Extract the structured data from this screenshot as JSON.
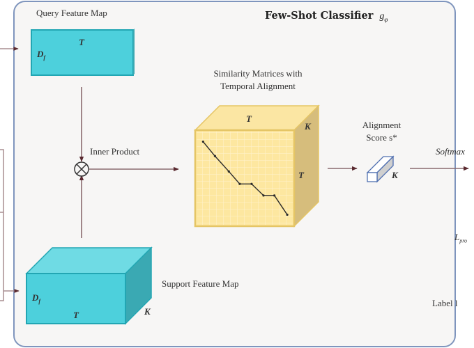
{
  "panel": {
    "title": "Few-Shot Classifier",
    "title_symbol": "g",
    "title_symbol_sub": "φ"
  },
  "query": {
    "label": "Query Feature Map",
    "dim_depth": "D",
    "dim_depth_sub": "f",
    "dim_time": "T"
  },
  "support": {
    "label": "Support Feature Map",
    "dim_depth": "D",
    "dim_depth_sub": "f",
    "dim_time": "T",
    "dim_classes": "K"
  },
  "operation": {
    "label": "Inner Product",
    "symbol": "⊗"
  },
  "similarity": {
    "label_line1": "Similarity Matrices with",
    "label_line2": "Temporal Alignment",
    "dim_top": "T",
    "dim_side": "T",
    "dim_depth": "K",
    "alignment_path": [
      [
        0.08,
        0.12
      ],
      [
        0.2,
        0.27
      ],
      [
        0.34,
        0.43
      ],
      [
        0.45,
        0.56
      ],
      [
        0.57,
        0.56
      ],
      [
        0.69,
        0.68
      ],
      [
        0.8,
        0.68
      ],
      [
        0.93,
        0.88
      ]
    ]
  },
  "score": {
    "label_line1": "Alignment",
    "label_line2": "Score s*",
    "dim": "K"
  },
  "outputs": {
    "softmax_label": "Softmax",
    "loss_label": "L",
    "loss_sub": "pro",
    "target_label": "Label l"
  },
  "colors": {
    "panel_border": "#7f95bd",
    "panel_fill": "#f7f6f5",
    "arrow": "#8a6a6e",
    "arrow_head": "#5a2a30",
    "feature_front": "#4dd0dc",
    "feature_top": "#6fdbe4",
    "feature_side": "#3aa9b3",
    "feature_edge": "#22a6b3",
    "sim_front": "#fde7a0",
    "sim_top": "#fbe6a3",
    "sim_side": "#d6bd7c",
    "sim_edge": "#e5c565",
    "score_edge": "#4f6fb0",
    "score_side": "#cfcfcf"
  }
}
